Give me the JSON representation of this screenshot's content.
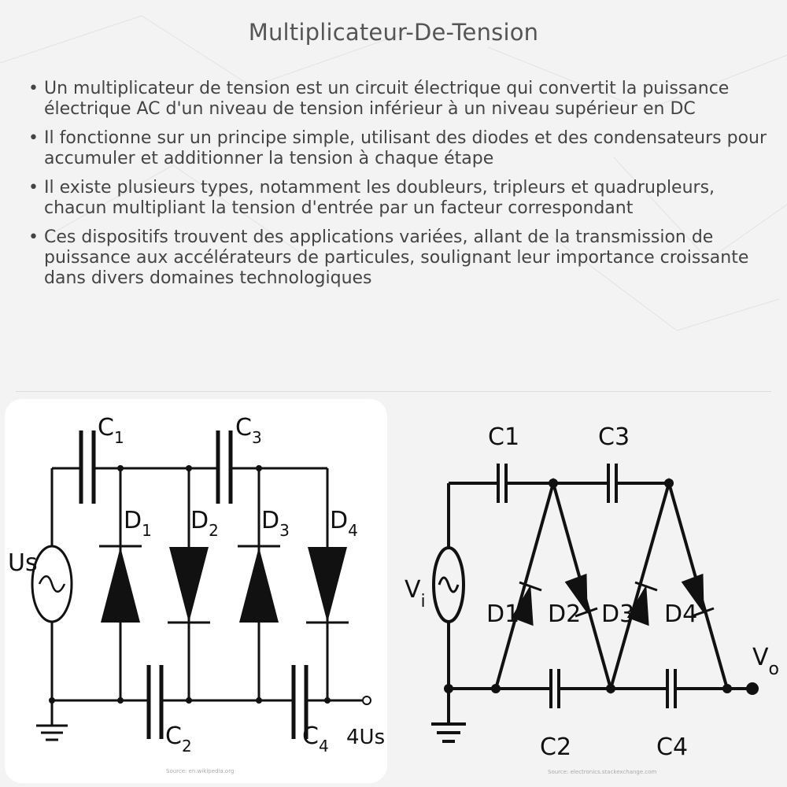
{
  "title": "Multiplicateur-De-Tension",
  "bullets": [
    "Un multiplicateur de tension est un circuit électrique qui convertit la puissance électrique AC d'un niveau de tension inférieur à un niveau supérieur en DC",
    "Il fonctionne sur un principe simple, utilisant des diodes et des condensateurs pour accumuler et additionner la tension à chaque étape",
    "Il existe plusieurs types, notamment les doubleurs, tripleurs et quadrupleurs, chacun multipliant la tension d'entrée par un facteur correspondant",
    "Ces dispositifs trouvent des applications variées, allant de la transmission de puissance aux accélérateurs de particules, soulignant leur importance croissante dans divers domaines technologiques"
  ],
  "diagram_left": {
    "source": "Source: en.wikipedia.org",
    "source_label": "Us",
    "capacitors": [
      {
        "letter": "C",
        "sub": "1"
      },
      {
        "letter": "C",
        "sub": "3"
      },
      {
        "letter": "C",
        "sub": "2"
      },
      {
        "letter": "C",
        "sub": "4"
      }
    ],
    "diodes": [
      {
        "letter": "D",
        "sub": "1"
      },
      {
        "letter": "D",
        "sub": "2"
      },
      {
        "letter": "D",
        "sub": "3"
      },
      {
        "letter": "D",
        "sub": "4"
      }
    ],
    "output_label": "4Us"
  },
  "diagram_right": {
    "source": "Source: electronics.stackexchange.com",
    "source_label": {
      "letter": "V",
      "sub": "i"
    },
    "capacitors": [
      "C1",
      "C3",
      "C2",
      "C4"
    ],
    "diodes": [
      "D1",
      "D2",
      "D3",
      "D4"
    ],
    "output_label": {
      "letter": "V",
      "sub": "o"
    }
  }
}
